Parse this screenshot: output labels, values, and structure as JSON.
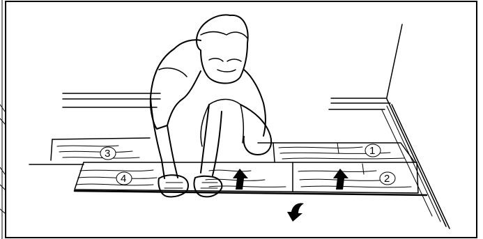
{
  "illustration": {
    "plank_labels": {
      "plank1": "1",
      "plank2": "2",
      "plank3": "3",
      "plank4": "4"
    },
    "colors": {
      "ink": "#000000",
      "paper": "#ffffff"
    }
  }
}
